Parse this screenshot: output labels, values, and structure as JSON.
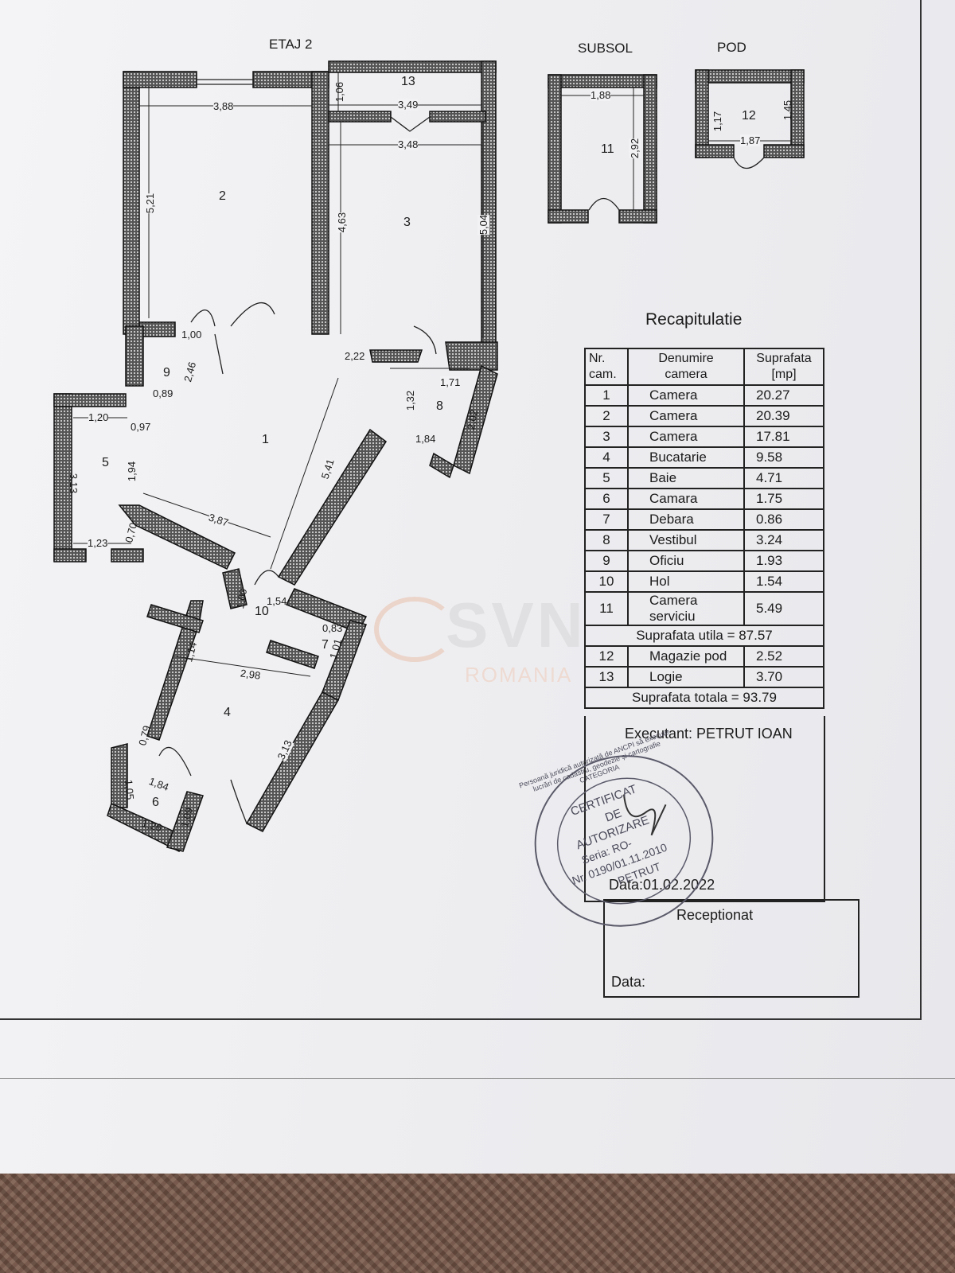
{
  "labels": {
    "etaj": "ETAJ 2",
    "subsol": "SUBSOL",
    "pod": "POD",
    "recap_title": "Recapitulatie"
  },
  "rooms": [
    "1",
    "2",
    "3",
    "5",
    "6",
    "7",
    "8",
    "9",
    "10",
    "11",
    "12",
    "13"
  ],
  "room_4_label": "4",
  "dims": {
    "d388": "3,88",
    "d521": "5,21",
    "d106": "1,06",
    "d349": "3,49",
    "d348": "3,48",
    "d463": "4,63",
    "d504": "5,04",
    "d100": "1,00",
    "d222": "2,22",
    "d246": "2,46",
    "d089": "0,89",
    "d120": "1,20",
    "d097": "0,97",
    "d171": "1,71",
    "d132": "1,32",
    "d202": "2,02",
    "d184b": "1,84",
    "d313a": "3,13",
    "d194": "1,94",
    "d541": "5,41",
    "d387": "3,87",
    "d123": "1,23",
    "d070": "0,70",
    "d100b": "1,00",
    "d154": "1,54",
    "d083": "0,83",
    "d101": "1,01",
    "d114": "1,14",
    "d298": "2,98",
    "d079": "0,79",
    "d313b": "3,13",
    "d105": "1,05",
    "d184": "1,84",
    "d126": "1,26",
    "d109": "1,09",
    "d188": "1,88",
    "d292": "2,92",
    "d117": "1,17",
    "d145": "1,45",
    "d187": "1,87"
  },
  "table": {
    "header": {
      "nr": "Nr.",
      "cam": "cam.",
      "den1": "Denumire",
      "den2": "camera",
      "sup1": "Suprafata",
      "sup2": "[mp]"
    },
    "rows": [
      {
        "nr": "1",
        "name": "Camera",
        "val": "20.27"
      },
      {
        "nr": "2",
        "name": "Camera",
        "val": "20.39"
      },
      {
        "nr": "3",
        "name": "Camera",
        "val": "17.81"
      },
      {
        "nr": "4",
        "name": "Bucatarie",
        "val": "9.58"
      },
      {
        "nr": "5",
        "name": "Baie",
        "val": "4.71"
      },
      {
        "nr": "6",
        "name": "Camara",
        "val": "1.75"
      },
      {
        "nr": "7",
        "name": "Debara",
        "val": "0.86"
      },
      {
        "nr": "8",
        "name": "Vestibul",
        "val": "3.24"
      },
      {
        "nr": "9",
        "name": "Oficiu",
        "val": "1.93"
      },
      {
        "nr": "10",
        "name": "Hol",
        "val": "1.54"
      },
      {
        "nr": "11",
        "name": "Camera serviciu",
        "val": "5.49"
      }
    ],
    "suprafata_utila": "Suprafata utila = 87.57",
    "rows2": [
      {
        "nr": "12",
        "name": "Magazie pod",
        "val": "2.52"
      },
      {
        "nr": "13",
        "name": "Logie",
        "val": "3.70"
      }
    ],
    "suprafata_totala": "Suprafata totala = 93.79"
  },
  "footer": {
    "executant": "Executant: PETRUT IOAN",
    "data_label": "Data:01.02.2022",
    "receptionat": "Receptionat",
    "data2": "Data:"
  },
  "stamp": {
    "outer": "Persoană juridică autorizată de ANCPI să execute lucrări de cadastru, geodezie și cartografie CATEGORIA",
    "l1": "CERTIFICAT",
    "l2": "DE",
    "l3": "AUTORIZARE",
    "l4": "Seria: RO-",
    "l5": "Nr. 0190/01.11.2010",
    "l6": "PETRUT"
  },
  "watermark": {
    "brand": "SVN",
    "sub": "ROMANIA"
  }
}
